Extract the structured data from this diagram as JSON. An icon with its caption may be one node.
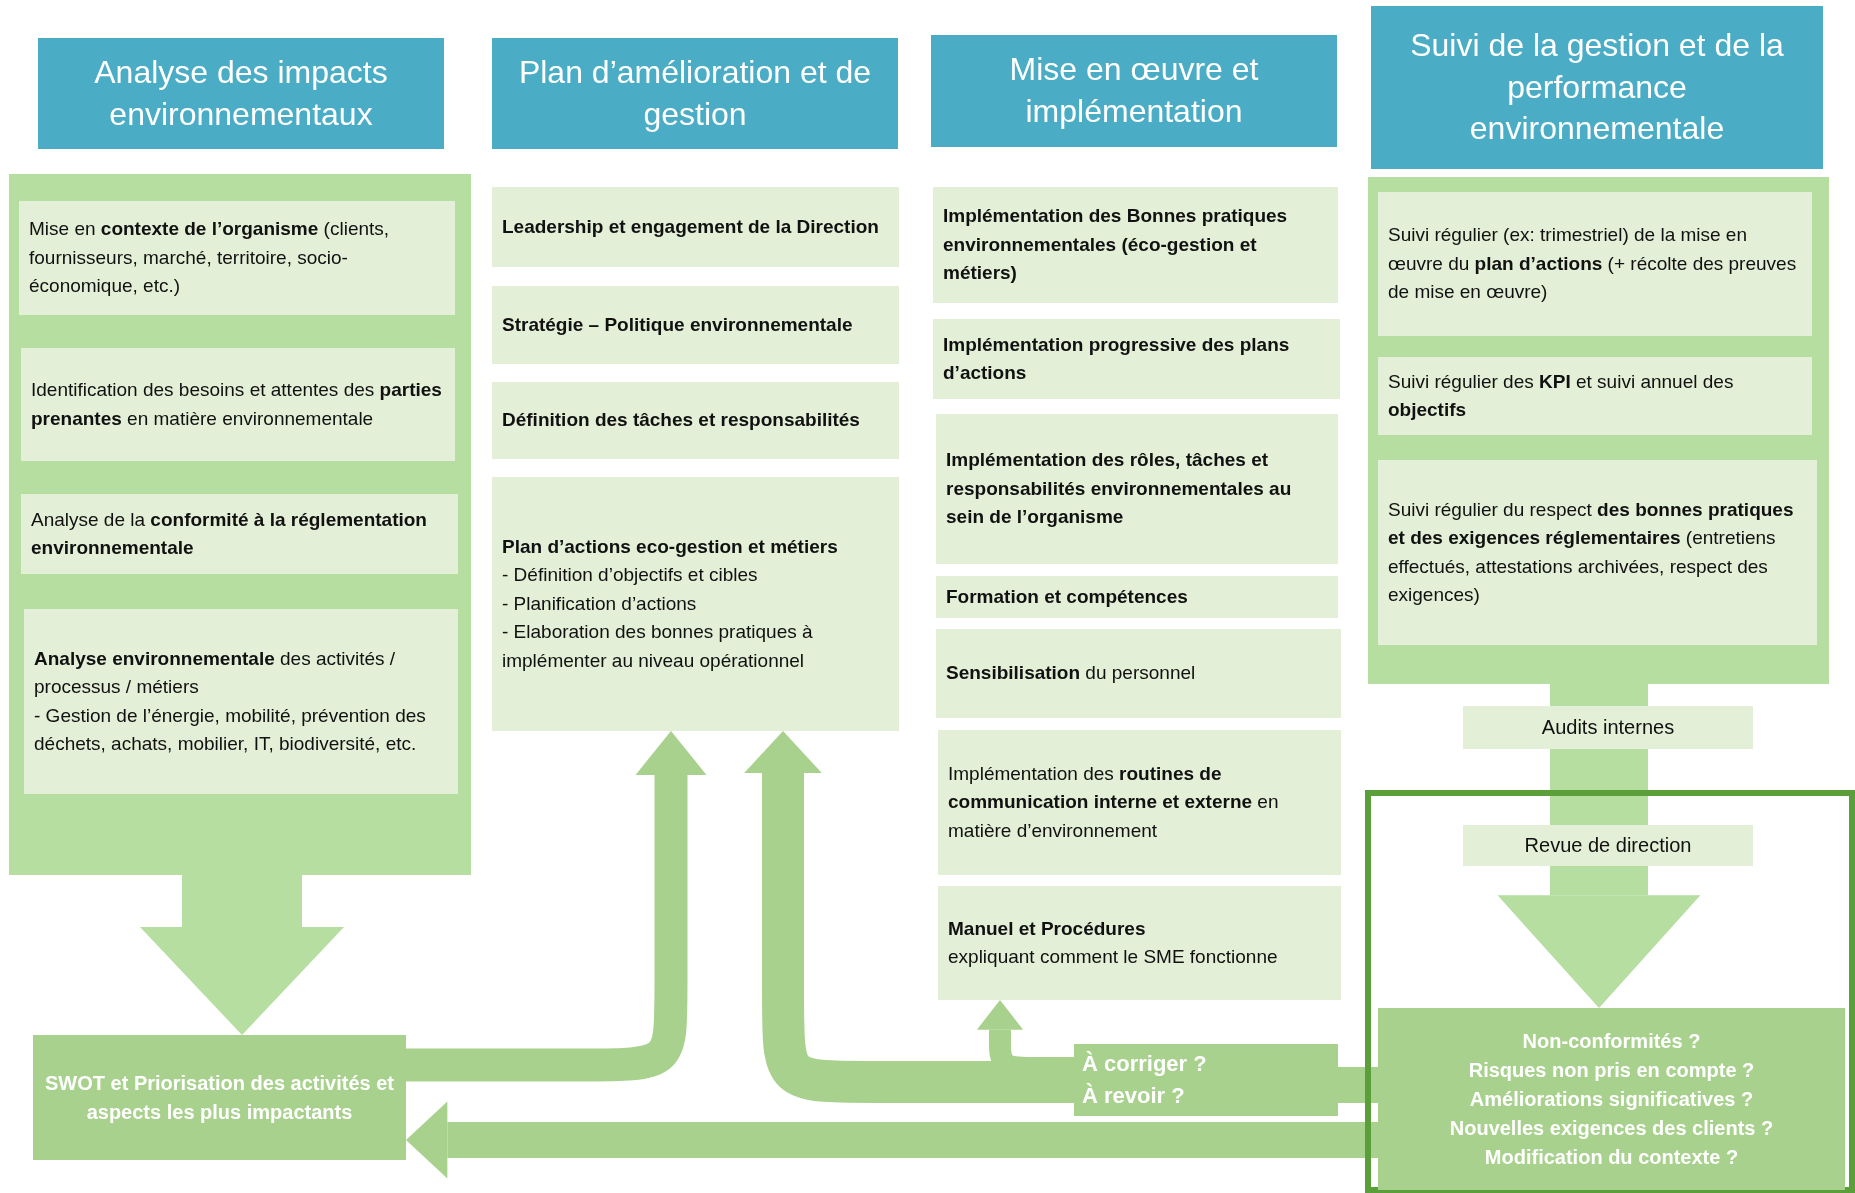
{
  "diagram": {
    "nodes": [
      {
        "text": [
          "Analyse des impacts environnementaux"
        ]
      },
      {
        "text": [
          "Plan d’amélioration et de gestion"
        ]
      },
      {
        "text": [
          "Mise en œuvre et implémentation"
        ]
      },
      {
        "text": [
          "Suivi de la gestion et de la performance environnementale"
        ]
      },
      {
        "text": [],
        "shape": "box"
      },
      {
        "text": [
          "Mise en **contexte de l’organisme** (clients, fournisseurs, marché, territoire, socio-économique, etc.)"
        ],
        "in": 4
      },
      {
        "text": [
          "Identification des besoins et attentes des **parties prenantes** en matière environnementale"
        ],
        "in": 4
      },
      {
        "text": [
          "Analyse de la **conformité à la réglementation environnementale**"
        ],
        "in": 4
      },
      {
        "text": [
          "**Analyse environnementale** des activités / processus / métiers",
          "- Gestion de l’énergie, mobilité, prévention des déchets, achats, mobilier, IT, biodiversité, etc."
        ],
        "in": 4
      },
      {
        "text": [
          "Leadership et engagement de la Direction"
        ]
      },
      {
        "text": [
          "Stratégie – Politique environnementale"
        ]
      },
      {
        "text": [
          "Définition des tâches et responsabilités"
        ]
      },
      {
        "text": [
          "Plan d’actions eco-gestion et métiers",
          "- Définition d’objectifs et cibles",
          "- Planification d’actions",
          "- Elaboration des bonnes pratiques à implémenter au niveau opérationnel"
        ]
      },
      {
        "text": [
          "Implémentation des Bonnes pratiques environnementales (éco-gestion et métiers)"
        ]
      },
      {
        "text": [
          "Implémentation progressive des plans d’actions"
        ]
      },
      {
        "text": [
          "Implémentation des rôles, tâches et responsabilités environnementales au sein de l’organisme"
        ]
      },
      {
        "text": [
          "Formation et compétences"
        ]
      },
      {
        "text": [
          "**Sensibilisation** du personnel"
        ]
      },
      {
        "text": [
          "Implémentation des **routines de communication interne et externe** en matière d’environnement"
        ]
      },
      {
        "text": [
          "Manuel et Procédures",
          "expliquant comment le SME fonctionne"
        ]
      },
      {
        "text": [],
        "shape": "box"
      },
      {
        "text": [
          "Suivi régulier (ex: trimestriel) de la mise en œuvre du **plan d’actions** (+ récolte des preuves de mise en œuvre)"
        ],
        "in": 20
      },
      {
        "text": [
          "Suivi régulier des **KPI** et suivi annuel des **objectifs**"
        ],
        "in": 20
      },
      {
        "text": [
          "Suivi régulier du respect **des bonnes pratiques et des exigences réglementaires** (entretiens effectués, attestations archivées, respect des exigences)"
        ],
        "in": 20
      },
      {
        "text": [
          "Audits internes"
        ]
      },
      {
        "text": [],
        "shape": "box"
      },
      {
        "text": [
          "Revue de direction"
        ],
        "in": 25
      },
      {
        "text": [
          "Non-conformités ?",
          "Risques non pris en compte ?",
          "Améliorations significatives ?",
          "Nouvelles exigences des clients ?",
          "Modification du contexte ?"
        ],
        "in": 25
      },
      {
        "text": [
          "SWOT et Priorisation des activités et aspects les plus impactants"
        ]
      },
      {
        "text": [
          "À corriger ?",
          "À revoir ?"
        ]
      }
    ],
    "edges": [
      {
        "from": 4,
        "to": 28,
        "arrow": "to",
        "style": "thick",
        "color": "#b5dea0"
      },
      {
        "from": 20,
        "to": 24,
        "arrow": "none",
        "style": "thick",
        "color": "#b5dea0"
      },
      {
        "from": 24,
        "to": 26,
        "arrow": "none",
        "style": "thick",
        "color": "#b5dea0"
      },
      {
        "from": 26,
        "to": 27,
        "arrow": "to",
        "style": "thick",
        "color": "#b5dea0"
      },
      {
        "from": 28,
        "to": 12,
        "arrow": "to"
      },
      {
        "from": 29,
        "to": 12,
        "arrow": "to"
      },
      {
        "from": 29,
        "to": 19,
        "arrow": "to"
      },
      {
        "from": 27,
        "to": 29,
        "arrow": "none"
      },
      {
        "from": 27,
        "to": 28,
        "arrow": "to"
      }
    ]
  }
}
